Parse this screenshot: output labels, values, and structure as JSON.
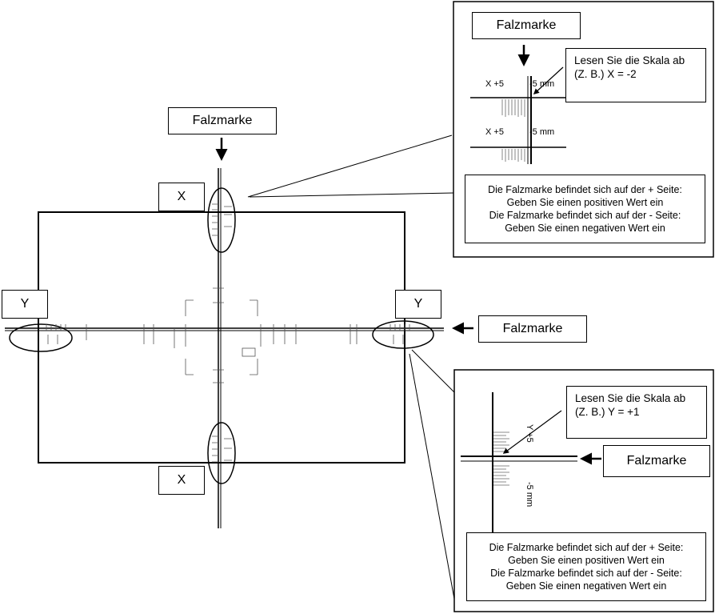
{
  "labels": {
    "falzmarke_top": "Falzmarke",
    "falzmarke_right": "Falzmarke",
    "falzmarke_inset_top": "Falzmarke",
    "falzmarke_inset_bottom": "Falzmarke",
    "x_top": "X",
    "x_bottom": "X",
    "y_left": "Y",
    "y_right": "Y"
  },
  "inset_top": {
    "read_line1": "Lesen Sie die Skala ab",
    "read_line2": "(Z. B.) X = -2",
    "scale_plus": "X +5",
    "scale_minus": "-5 mm",
    "scale_plus_2": "X +5",
    "scale_minus_2": "-5 mm",
    "info": [
      "Die Falzmarke befindet sich auf der + Seite:",
      "Geben Sie einen positiven Wert ein",
      "Die Falzmarke befindet sich auf der - Seite:",
      "Geben Sie einen negativen Wert ein"
    ]
  },
  "inset_bottom": {
    "read_line1": "Lesen Sie die Skala ab",
    "read_line2": "(Z. B.) Y = +1",
    "scale_plus": "Y +5",
    "scale_minus": "-5 mm",
    "info": [
      "Die Falzmarke befindet sich auf der + Seite:",
      "Geben Sie einen positiven Wert ein",
      "Die Falzmarke befindet sich auf der - Seite:",
      "Geben Sie einen negativen Wert ein"
    ]
  }
}
